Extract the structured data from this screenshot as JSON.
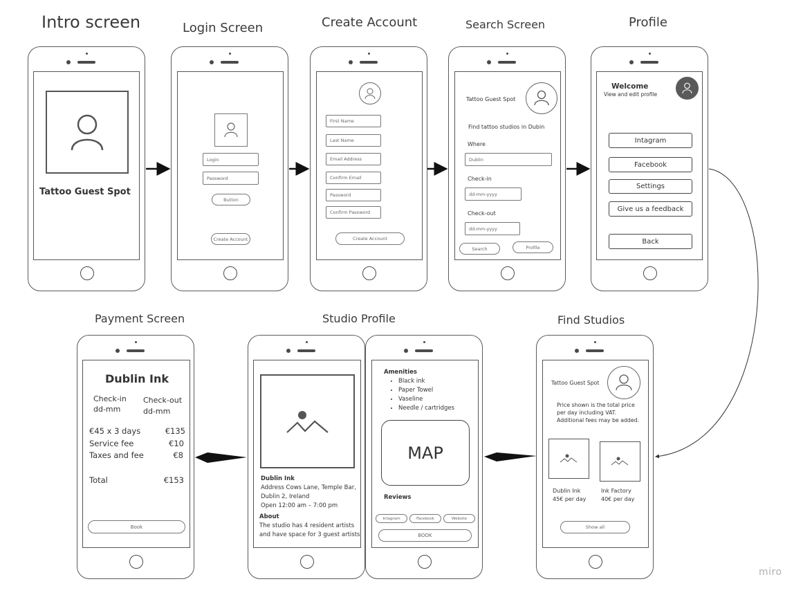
{
  "titles": {
    "intro": "Intro screen",
    "login": "Login Screen",
    "create": "Create Account",
    "search": "Search Screen",
    "profile": "Profile",
    "payment": "Payment Screen",
    "studio": "Studio Profile",
    "find": "Find Studios"
  },
  "intro": {
    "app_name": "Tattoo Guest Spot"
  },
  "login": {
    "login_placeholder": "Login",
    "password_placeholder": "Password",
    "button_label": "Button",
    "create_account_label": "Create Account"
  },
  "create": {
    "first_name": "First Name",
    "last_name": "Last Name",
    "email": "Email Address",
    "confirm_email": "Confirm Email",
    "password": "Password",
    "confirm_password": "Confirm Password",
    "create_account_label": "Create Account"
  },
  "search": {
    "app_name": "Tattoo Guest Spot",
    "tagline": "Find tattoo studios in Dubin",
    "where_label": "Where",
    "where_value": "Dublin",
    "checkin_label": "Check-in",
    "checkin_placeholder": "dd-mm-yyyy",
    "checkout_label": "Check-out",
    "checkout_placeholder": "dd-mm-yyyy",
    "search_label": "Search",
    "profile_label": "Profile"
  },
  "profile": {
    "welcome": "Welcome",
    "subtitle": "View and edit profile",
    "instagram": "Intagram",
    "facebook": "Facebook",
    "settings": "Settings",
    "feedback": "Give us a feedback",
    "back": "Back"
  },
  "find": {
    "app_name": "Tattoo Guest Spot",
    "notice_1": "Price shown is the total price",
    "notice_2": "per day including VAT.",
    "notice_3": "Additional fees may be added.",
    "studio1_name": "Dublin Ink",
    "studio1_price": "45€ per day",
    "studio2_name": "Ink Factory",
    "studio2_price": "40€ per day",
    "show_all": "Show all"
  },
  "studio": {
    "name": "Dublin Ink",
    "address_1": "Address Cows Lane, Temple Bar,",
    "address_2": "Dublin 2, Ireland",
    "hours": "Open 12:00 am – 7:00 pm",
    "about_label": "About",
    "about_1": "The studio has 4 resident artists",
    "about_2": "and have space for 3 guest artists",
    "amenities_label": "Amenities",
    "amenities": [
      "Black ink",
      "Paper Towel",
      "Vaseline",
      "Needle / cartridges"
    ],
    "map_label": "MAP",
    "reviews_label": "Reviews",
    "instagram": "Intagram",
    "facebook": "Facebook",
    "website": "Website",
    "book": "BOOK"
  },
  "payment": {
    "title": "Dublin Ink",
    "checkin_label": "Check-in",
    "checkin_value": "dd-mm",
    "checkout_label": "Check-out",
    "checkout_value": "dd-mm",
    "line1_label": "€45 x 3 days",
    "line1_value": "€135",
    "line2_label": "Service fee",
    "line2_value": "€10",
    "line3_label": "Taxes and fee",
    "line3_value": "€8",
    "total_label": "Total",
    "total_value": "€153",
    "book": "Book"
  },
  "watermark": "miro"
}
